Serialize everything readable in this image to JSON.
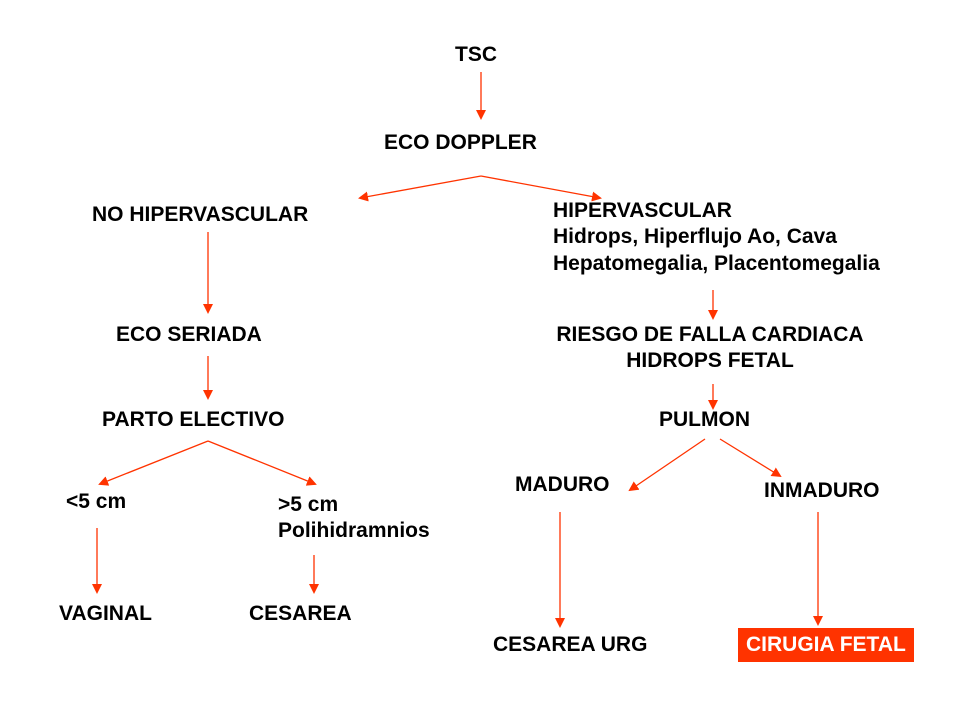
{
  "colors": {
    "arrow": "#ff3300",
    "text": "#000000",
    "highlight_bg": "#ff3300",
    "highlight_text": "#ffffff",
    "background": "#ffffff"
  },
  "nodes": {
    "tsc": "TSC",
    "eco_doppler": "ECO DOPPLER",
    "no_hipervascular": "NO HIPERVASCULAR",
    "hipervascular": {
      "title": "HIPERVASCULAR",
      "line2": "Hidrops, Hiperflujo Ao, Cava",
      "line3": "Hepatomegalia, Placentomegalia"
    },
    "eco_seriada": "ECO SERIADA",
    "riesgo": {
      "line1": "RIESGO DE FALLA CARDIACA",
      "line2": "HIDROPS FETAL"
    },
    "parto_electivo": "PARTO ELECTIVO",
    "pulmon": "PULMON",
    "menor_5": "<5 cm",
    "mayor_5": {
      "line1": ">5 cm",
      "line2": "Polihidramnios"
    },
    "maduro": "MADURO",
    "inmaduro": "INMADURO",
    "vaginal": "VAGINAL",
    "cesarea": "CESAREA",
    "cesarea_urg": "CESAREA URG",
    "cirugia_fetal": "CIRUGIA FETAL"
  }
}
